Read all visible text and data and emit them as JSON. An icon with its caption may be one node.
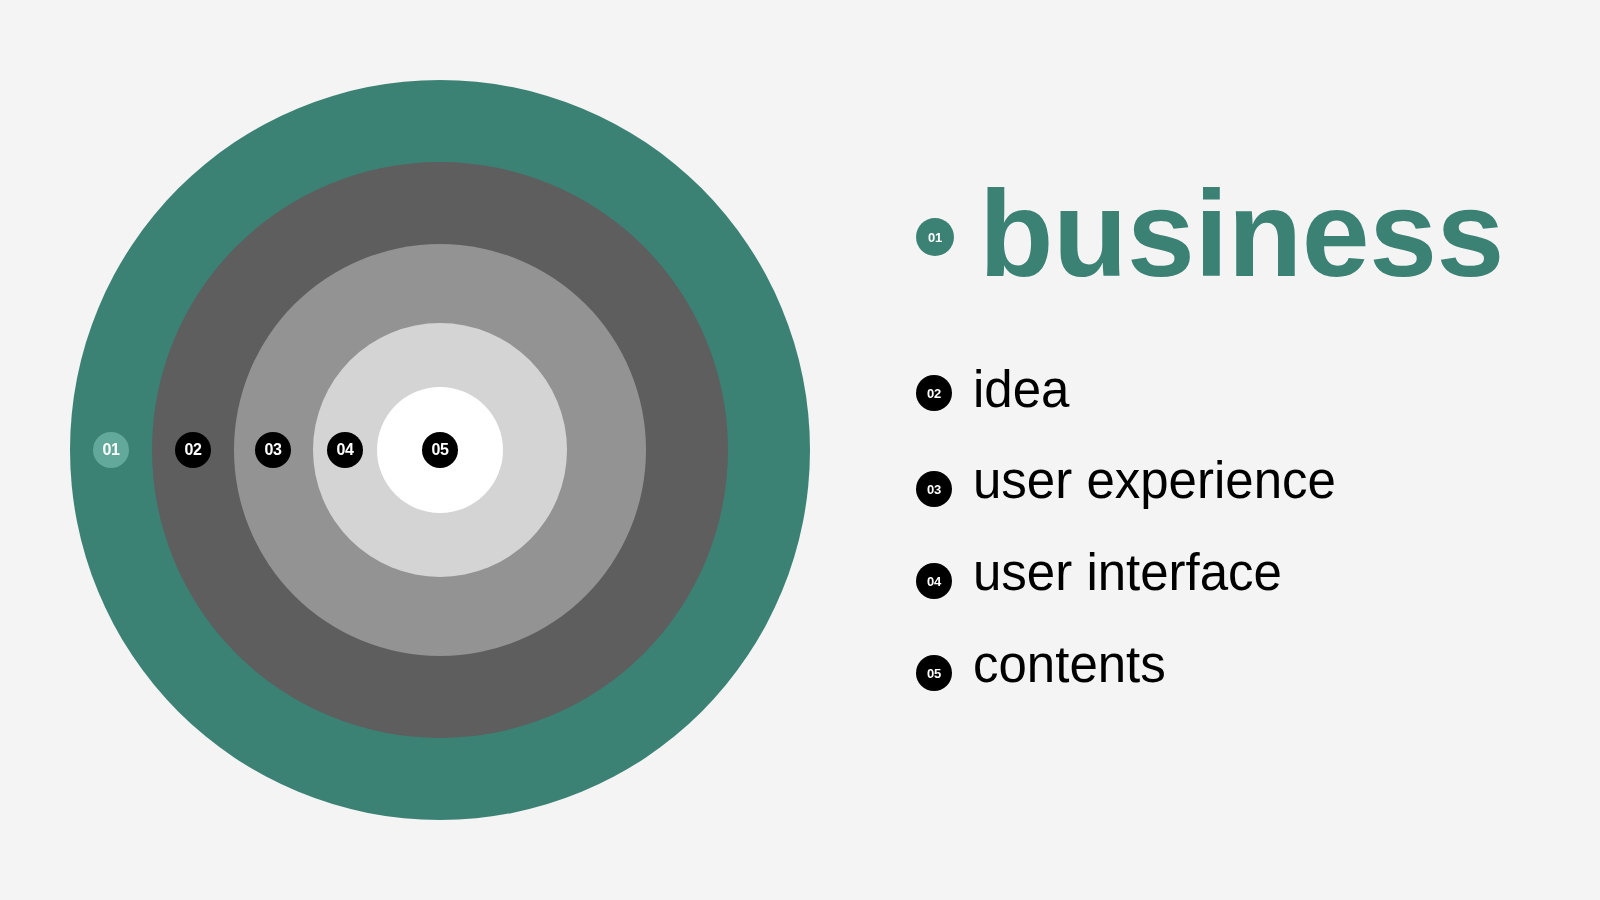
{
  "diagram": {
    "nodes": [
      {
        "text": [],
        "shape": "circle"
      },
      {
        "text": [
          "01"
        ],
        "in": 0
      },
      {
        "text": [],
        "shape": "circle",
        "in": 0
      },
      {
        "text": [
          "02"
        ],
        "in": 2
      },
      {
        "text": [],
        "shape": "circle",
        "in": 2
      },
      {
        "text": [
          "03"
        ],
        "in": 4
      },
      {
        "text": [],
        "shape": "circle",
        "in": 4
      },
      {
        "text": [
          "04"
        ],
        "in": 6
      },
      {
        "text": [],
        "shape": "circle",
        "in": 6
      },
      {
        "text": [
          "05"
        ],
        "in": 8
      },
      {
        "text": [
          "01"
        ],
        "beside": [
          "business"
        ]
      },
      {
        "text": [
          "02"
        ],
        "beside": [
          "idea"
        ]
      },
      {
        "text": [
          "03"
        ],
        "beside": [
          "user experience"
        ]
      },
      {
        "text": [
          "04"
        ],
        "beside": [
          "user interface"
        ]
      },
      {
        "text": [
          "05"
        ],
        "beside": [
          "contents"
        ]
      }
    ]
  }
}
